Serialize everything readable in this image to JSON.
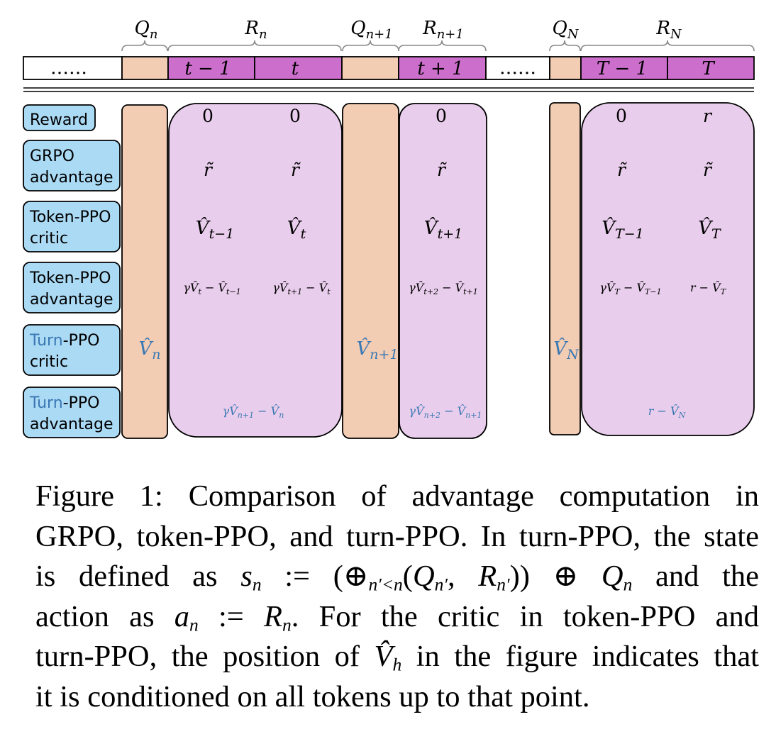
{
  "colors": {
    "query_fill": "#f2ccb3",
    "response_fill": "#e9cdec",
    "response_header_fill": "#cc6fcc",
    "label_fill": "#abdaf5",
    "turn_text": "#3a78b3"
  },
  "header": {
    "braces": [
      {
        "id": "qn",
        "label": "Q",
        "sub": "n"
      },
      {
        "id": "rn",
        "label": "R",
        "sub": "n"
      },
      {
        "id": "qn1",
        "label": "Q",
        "sub": "n+1"
      },
      {
        "id": "rn1",
        "label": "R",
        "sub": "n+1"
      },
      {
        "id": "qN",
        "label": "Q",
        "sub": "N"
      },
      {
        "id": "rN",
        "label": "R",
        "sub": "N"
      }
    ],
    "cells": [
      {
        "id": "dots1",
        "text": "……",
        "kind": "blank"
      },
      {
        "id": "q1",
        "text": "",
        "kind": "query"
      },
      {
        "id": "t_minus_1",
        "text": "t − 1",
        "kind": "response"
      },
      {
        "id": "t",
        "text": "t",
        "kind": "response"
      },
      {
        "id": "q2",
        "text": "",
        "kind": "query"
      },
      {
        "id": "t_plus_1",
        "text": "t + 1",
        "kind": "response"
      },
      {
        "id": "dots2",
        "text": "……",
        "kind": "blank"
      },
      {
        "id": "q3",
        "text": "",
        "kind": "query"
      },
      {
        "id": "T_minus_1",
        "text": "T − 1",
        "kind": "response"
      },
      {
        "id": "T",
        "text": "T",
        "kind": "response"
      }
    ]
  },
  "row_labels": [
    {
      "id": "reward",
      "lines": [
        {
          "a": "Reward",
          "b": ""
        }
      ]
    },
    {
      "id": "grpo_adv",
      "lines": [
        {
          "a": "GRPO",
          "b": ""
        },
        {
          "a": "advantage",
          "b": ""
        }
      ]
    },
    {
      "id": "token_ppo_critic",
      "lines": [
        {
          "a": "Token-PPO",
          "b": ""
        },
        {
          "a": "critic",
          "b": ""
        }
      ]
    },
    {
      "id": "token_ppo_adv",
      "lines": [
        {
          "a": "Token-PPO",
          "b": ""
        },
        {
          "a": "advantage",
          "b": ""
        }
      ]
    },
    {
      "id": "turn_ppo_critic",
      "lines": [
        {
          "a": "Turn",
          "b": "-PPO",
          "turn": true
        },
        {
          "a": "critic",
          "b": ""
        }
      ]
    },
    {
      "id": "turn_ppo_adv",
      "lines": [
        {
          "a": "Turn",
          "b": "-PPO",
          "turn": true
        },
        {
          "a": "advantage",
          "b": ""
        }
      ]
    }
  ],
  "cells": {
    "reward": [
      "0",
      "0",
      "0",
      "0",
      "r"
    ],
    "grpo": [
      "r̃",
      "r̃",
      "r̃",
      "r̃",
      "r̃"
    ],
    "token_critic": [
      {
        "v": "V̂",
        "sub": "t−1"
      },
      {
        "v": "V̂",
        "sub": "t"
      },
      {
        "v": "V̂",
        "sub": "t+1"
      },
      {
        "v": "V̂",
        "sub": "T−1"
      },
      {
        "v": "V̂",
        "sub": "T"
      }
    ],
    "token_adv": [
      {
        "pre": "γV̂",
        "s1": "t",
        "mid": " − V̂",
        "s2": "t−1"
      },
      {
        "pre": "γV̂",
        "s1": "t+1",
        "mid": " − V̂",
        "s2": "t"
      },
      {
        "pre": "γV̂",
        "s1": "t+2",
        "mid": " − V̂",
        "s2": "t+1"
      },
      {
        "pre": "γV̂",
        "s1": "T",
        "mid": " − V̂",
        "s2": "T−1"
      },
      {
        "pre": "r − V̂",
        "s1": "T",
        "mid": "",
        "s2": ""
      }
    ],
    "turn_critic": [
      {
        "v": "V̂",
        "sub": "n"
      },
      {
        "v": "V̂",
        "sub": "n+1"
      },
      {
        "v": "V̂",
        "sub": "N"
      }
    ],
    "turn_adv": [
      {
        "pre": "γV̂",
        "s1": "n+1",
        "mid": " − V̂",
        "s2": "n"
      },
      {
        "pre": "γV̂",
        "s1": "n+2",
        "mid": " − V̂",
        "s2": "n+1"
      },
      {
        "pre": "r − V̂",
        "s1": "N",
        "mid": "",
        "s2": ""
      }
    ]
  },
  "caption": {
    "line1": "Figure 1: Comparison of advantage computation in",
    "line2": "GRPO, token-PPO, and turn-PPO. In turn-PPO, the state",
    "line3a": "is defined as ",
    "line3_s": "s",
    "line3_sn": "n",
    "line3b": " := (⊕",
    "line3_sub": "n′<n",
    "line3c": "(",
    "line3_q": "Q",
    "line3_qs": "n′",
    "line3d": ", ",
    "line3_r": "R",
    "line3_rs": "n′",
    "line3e": ")) ⊕ ",
    "line3_q2": "Q",
    "line3_q2s": "n",
    "line3f": " and the",
    "line4a": "action as ",
    "line4_a": "a",
    "line4_as": "n",
    "line4b": " := ",
    "line4_r": "R",
    "line4_rs": "n",
    "line4c": ". For the critic in token-PPO and",
    "line5a": "turn-PPO, the position of ",
    "line5_v": "V̂",
    "line5_vs": "h",
    "line5b": " in the figure indicates that",
    "line6": "it is conditioned on all tokens up to that point."
  }
}
